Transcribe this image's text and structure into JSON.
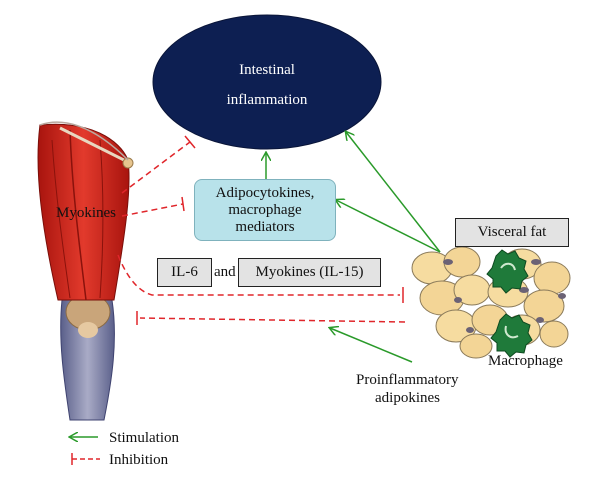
{
  "diagram": {
    "ellipse": {
      "line1": "Intestinal",
      "line2": "inflammation",
      "fill": "#0d1f52"
    },
    "muscle_label": "Myokines",
    "adipocytokines": {
      "line1": "Adipocytokines,",
      "line2": "macrophage",
      "line3": "mediators"
    },
    "il6_box": "IL-6",
    "and_label": "and",
    "myokines_il15_box": "Myokines (IL-15)",
    "visceral_fat_box": "Visceral fat",
    "macrophage_label": "Macrophage",
    "proinflammatory": {
      "line1": "Proinflammatory",
      "line2": "adipokines"
    },
    "legend": {
      "stimulation": "Stimulation",
      "inhibition": "Inhibition"
    },
    "colors": {
      "stimulation": "#2a9a2a",
      "inhibition": "#e0262b",
      "muscle": "#d8261c",
      "fat": "#f6dca0"
    }
  }
}
